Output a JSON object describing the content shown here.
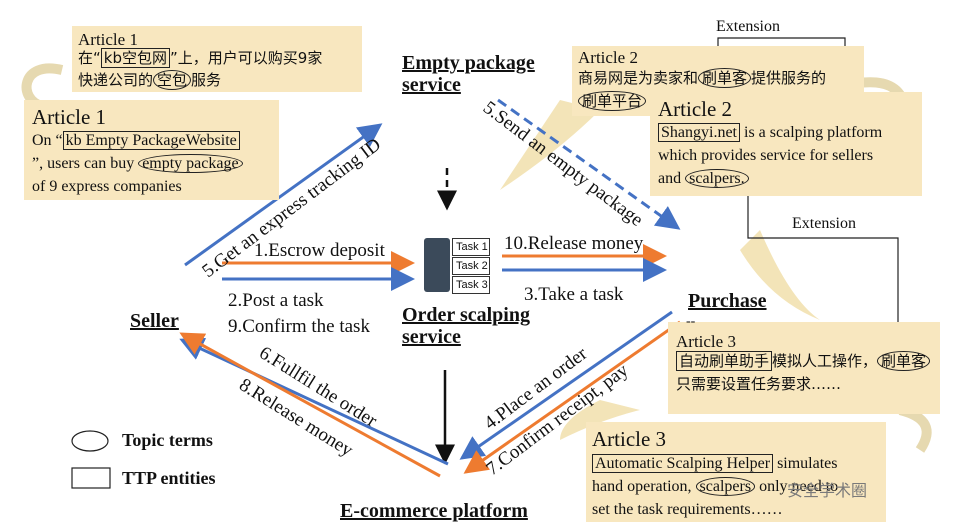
{
  "nodes": {
    "empty_package": "Empty package\nservice",
    "order_scalping": "Order scalping\nservice",
    "seller": "Seller",
    "purchase": "Purchase",
    "ecommerce": "E-commerce platform"
  },
  "edges": {
    "get_tracking": "5.Get an express tracking ID",
    "send_package": "5.Send an empty package",
    "escrow": "1.Escrow deposit",
    "post_task": "2.Post a task",
    "confirm_task": "9.Confirm the task",
    "release_money_10": "10.Release money",
    "take_task": "3.Take a task",
    "fulfil_order": "6.Fullfil the order",
    "release_money_8": "8.Release money",
    "place_order": "4.Place an order",
    "confirm_receipt": "7.Confirm  receipt, pay",
    "purchase_dash": "--"
  },
  "task_table": [
    "Task 1",
    "Task 2",
    "Task 3"
  ],
  "extension_label_top": "Extension",
  "extension_label_right": "Extension",
  "articles": {
    "a1_zh": {
      "title": "Article 1",
      "p1": "在“",
      "ttp": "kb空包网",
      "p2": "”上，用户可以购买9家",
      "p3": "快递公司的",
      "topic": "空包",
      "p4": "服务"
    },
    "a1_en": {
      "title": "Article 1",
      "p1": "On “",
      "ttp": "kb Empty PackageWebsite",
      "p2": "”, users can buy ",
      "topic": "empty package",
      "p3": "of 9 express companies"
    },
    "a2_zh": {
      "title": "Article 2",
      "ttp": "商易网",
      "p1": "是为卖家和",
      "topic1": "刷单客",
      "p2": "提供服务的",
      "topic2": "刷单平台"
    },
    "a2_en": {
      "title": "Article 2",
      "ttp": "Shangyi.net",
      "p1": " is a scalping platform",
      "p2": "which provides service for sellers",
      "p3": "and ",
      "topic": "scalpers."
    },
    "a3_zh": {
      "title": "Article 3",
      "ttp": "自动刷单助手",
      "p1": "模拟人工操作，",
      "topic": "刷单客",
      "p2": "只需要设置任务要求……"
    },
    "a3_en": {
      "title": "Article 3",
      "ttp": "Automatic Scalping Helper",
      "p1": " simulates",
      "p2": "hand operation, ",
      "topic": "scalpers",
      "p3": " only need to",
      "p4": "set the task requirements……"
    }
  },
  "legend": {
    "topic_terms": "Topic terms",
    "ttp_entities": "TTP entities"
  },
  "watermark": "安全学术圈",
  "colors": {
    "orange": "#ee7b30",
    "blue": "#4472c4",
    "box": "#f8e7bf"
  }
}
